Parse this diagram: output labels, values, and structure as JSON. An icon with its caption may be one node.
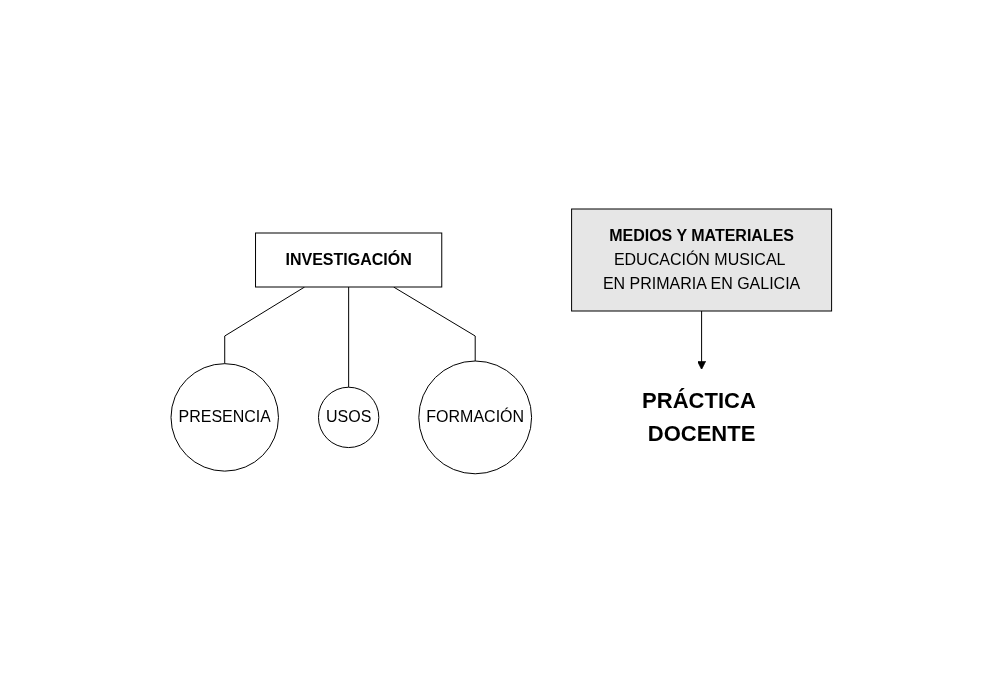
{
  "diagram": {
    "nodes": [
      {
        "text": [
          "INVESTIGACIÓN"
        ]
      },
      {
        "text": [
          "PRESENCIA"
        ]
      },
      {
        "text": [
          "USOS"
        ]
      },
      {
        "text": [
          "FORMACIÓN"
        ]
      },
      {
        "text": [
          "MEDIOS Y MATERIALES",
          "EDUCACIÓN MUSICAL EN PRIMARIA EN GALICIA"
        ]
      },
      {
        "text": [
          "PRÁCTICA DOCENTE"
        ]
      }
    ],
    "edges": [
      {
        "from": 0,
        "to": 1,
        "arrow": "none"
      },
      {
        "from": 0,
        "to": 2,
        "arrow": "none"
      },
      {
        "from": 0,
        "to": 3,
        "arrow": "none"
      },
      {
        "from": 4,
        "to": 5,
        "arrow": "to"
      }
    ]
  }
}
